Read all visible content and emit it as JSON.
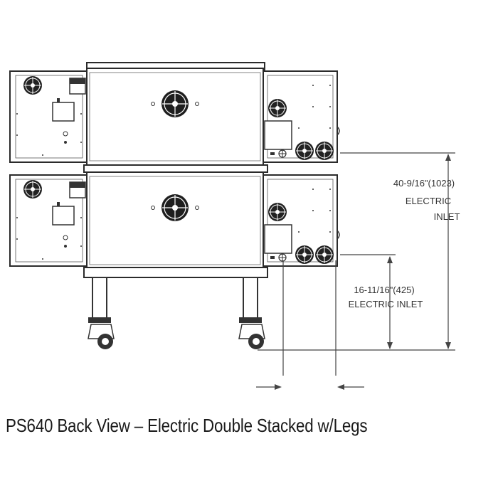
{
  "dimensions": {
    "upper_inlet_value": "40-9/16\"(1023)",
    "upper_inlet_label_1": "ELECTRIC",
    "upper_inlet_label_2": "INLET",
    "lower_inlet_value": "16-11/16\"(425)",
    "lower_inlet_label": "ELECTRIC INLET"
  },
  "caption": "PS640 Back View – Electric Double Stacked w/Legs",
  "colors": {
    "line": "#2b2b2b",
    "panel_fill": "#ffffff",
    "dim_line": "#444444"
  }
}
